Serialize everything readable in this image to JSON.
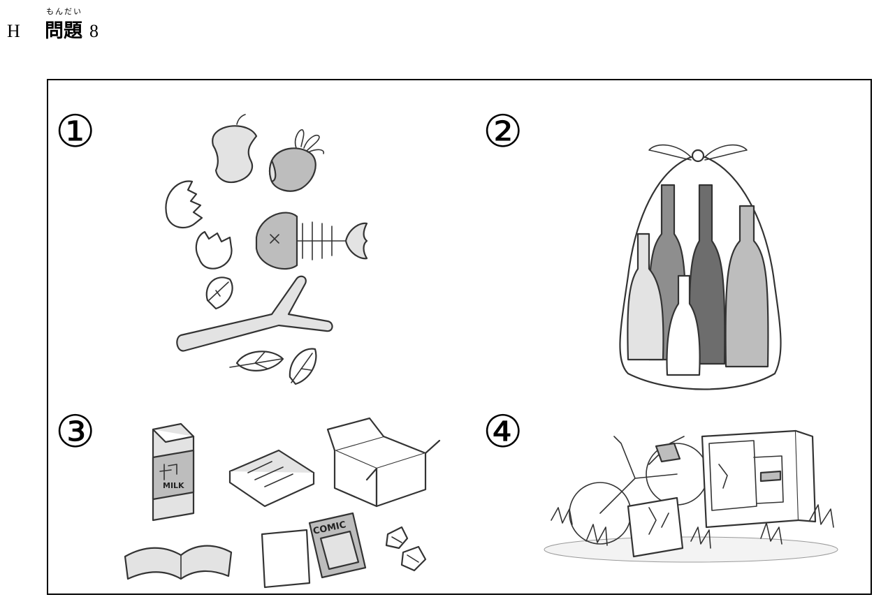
{
  "header": {
    "section_letter": "H",
    "furigana": "もんだい",
    "title": "問題",
    "number": "8"
  },
  "panels": [
    {
      "number": "①"
    },
    {
      "number": "②"
    },
    {
      "number": "③"
    },
    {
      "number": "④"
    }
  ],
  "labels": {
    "milk": "MILK",
    "comic": "COMIC"
  },
  "colors": {
    "line": "#333333",
    "gray_light": "#e3e3e3",
    "gray_mid": "#bdbdbd",
    "gray_dark": "#8e8e8e"
  }
}
